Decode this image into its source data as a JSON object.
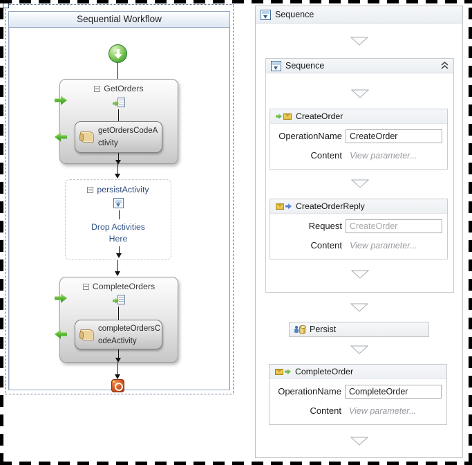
{
  "left_panel": {
    "title": "Sequential Workflow",
    "get_orders": {
      "title": "GetOrders",
      "child_activity": "getOrdersCodeActivity"
    },
    "persist_activity": {
      "title": "persistActivity",
      "drop_hint": "Drop Activities Here"
    },
    "complete_orders": {
      "title": "CompleteOrders",
      "child_activity": "completeOrdersCodeActivity"
    }
  },
  "right_panel": {
    "outer_sequence": {
      "title": "Sequence"
    },
    "inner_sequence": {
      "title": "Sequence"
    },
    "create_order": {
      "title": "CreateOrder",
      "operation_label": "OperationName",
      "operation_value": "CreateOrder",
      "content_label": "Content",
      "content_value": "View parameter..."
    },
    "create_order_reply": {
      "title": "CreateOrderReply",
      "request_label": "Request",
      "request_value": "CreateOrder",
      "content_label": "Content",
      "content_value": "View parameter..."
    },
    "persist": {
      "title": "Persist"
    },
    "complete_order": {
      "title": "CompleteOrder",
      "operation_label": "OperationName",
      "operation_value": "CompleteOrder",
      "content_label": "Content",
      "content_value": "View parameter..."
    }
  },
  "icons": {
    "start": "start-icon",
    "stop": "stop-icon",
    "sequence": "sequence-icon",
    "receive": "receive-envelope-icon",
    "send_reply": "send-reply-envelope-icon",
    "persist": "persist-database-icon",
    "code_activity": "scroll-icon",
    "smart_tag": "smart-tag-icon",
    "collapse": "collapse-minus-icon",
    "collapse_all": "double-chevron-up-icon",
    "drop_target": "drop-target-triangle-icon"
  },
  "colors": {
    "panel_border_blue": "#8da4c0",
    "workflow_text_blue": "#33548a",
    "green_arrow": "#4aa82e",
    "stop_red": "#bf4417",
    "envelope_yellow": "#e3bd3e",
    "reply_arrow_blue": "#3060bd",
    "separator_gray": "#a6abb0"
  }
}
